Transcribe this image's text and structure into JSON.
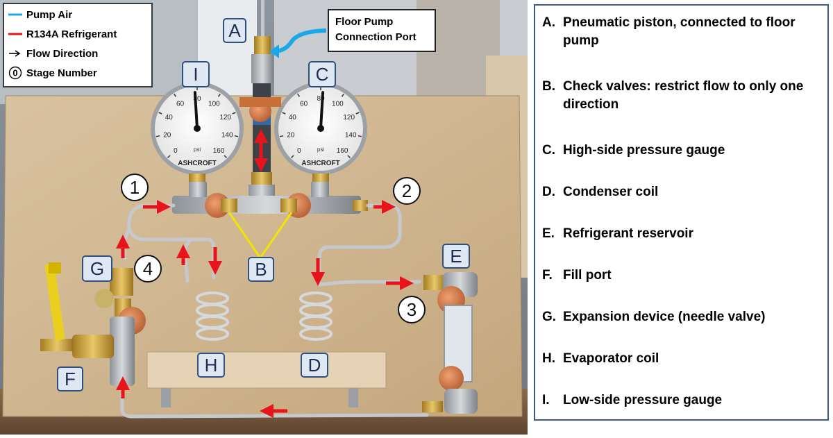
{
  "legend": {
    "items": [
      {
        "label": "Pump Air",
        "color": "#1aa8e8",
        "marker": "line"
      },
      {
        "label": "R134A Refrigerant",
        "color": "#e8141c",
        "marker": "line"
      },
      {
        "label": "Flow Direction",
        "marker": "arrow-right-icon"
      },
      {
        "label": "Stage Number",
        "marker": "circled-zero-icon",
        "symbol": "0"
      }
    ]
  },
  "callout": {
    "text_line1": "Floor Pump",
    "text_line2": "Connection Port"
  },
  "component_labels": {
    "A": "A",
    "B": "B",
    "C": "C",
    "D": "D",
    "E": "E",
    "F": "F",
    "G": "G",
    "H": "H",
    "I": "I"
  },
  "stages": [
    "1",
    "2",
    "3",
    "4"
  ],
  "gauges": {
    "brand": "ASHCROFT",
    "unit": "psi",
    "ticks": [
      "0",
      "20",
      "40",
      "60",
      "80",
      "100",
      "120",
      "140",
      "160"
    ],
    "low_side_reading": 78,
    "high_side_reading": 82
  },
  "key": [
    {
      "letter": "A.",
      "text": "Pneumatic piston, connected to floor pump"
    },
    {
      "letter": "B.",
      "text": "Check valves: restrict flow to only one direction"
    },
    {
      "letter": "C.",
      "text": "High-side pressure gauge"
    },
    {
      "letter": "D.",
      "text": "Condenser coil"
    },
    {
      "letter": "E.",
      "text": "Refrigerant reservoir"
    },
    {
      "letter": "F.",
      "text": "Fill port"
    },
    {
      "letter": "G.",
      "text": "Expansion device (needle valve)"
    },
    {
      "letter": "H.",
      "text": "Evaporator coil"
    },
    {
      "letter": "I.",
      "text": "Low-side pressure gauge"
    }
  ],
  "colors": {
    "refrigerant": "#e8141c",
    "pump_air": "#1aa8e8",
    "check_valve_pointer": "#f2e600",
    "label_fill": "#dfe7f2",
    "label_border": "#2f4f7f"
  }
}
